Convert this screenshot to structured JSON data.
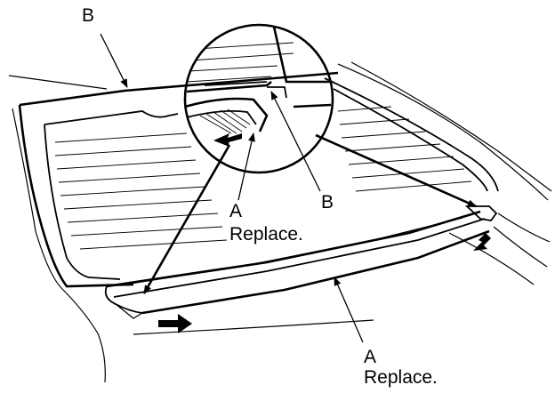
{
  "labels": {
    "b_top": "B",
    "b_inset": "B",
    "a_inset_letter": "A",
    "a_inset_note": "Replace.",
    "a_bottom_letter": "A",
    "a_bottom_note": "Replace."
  },
  "icons": {
    "arrows": "filled-direction-arrow"
  }
}
